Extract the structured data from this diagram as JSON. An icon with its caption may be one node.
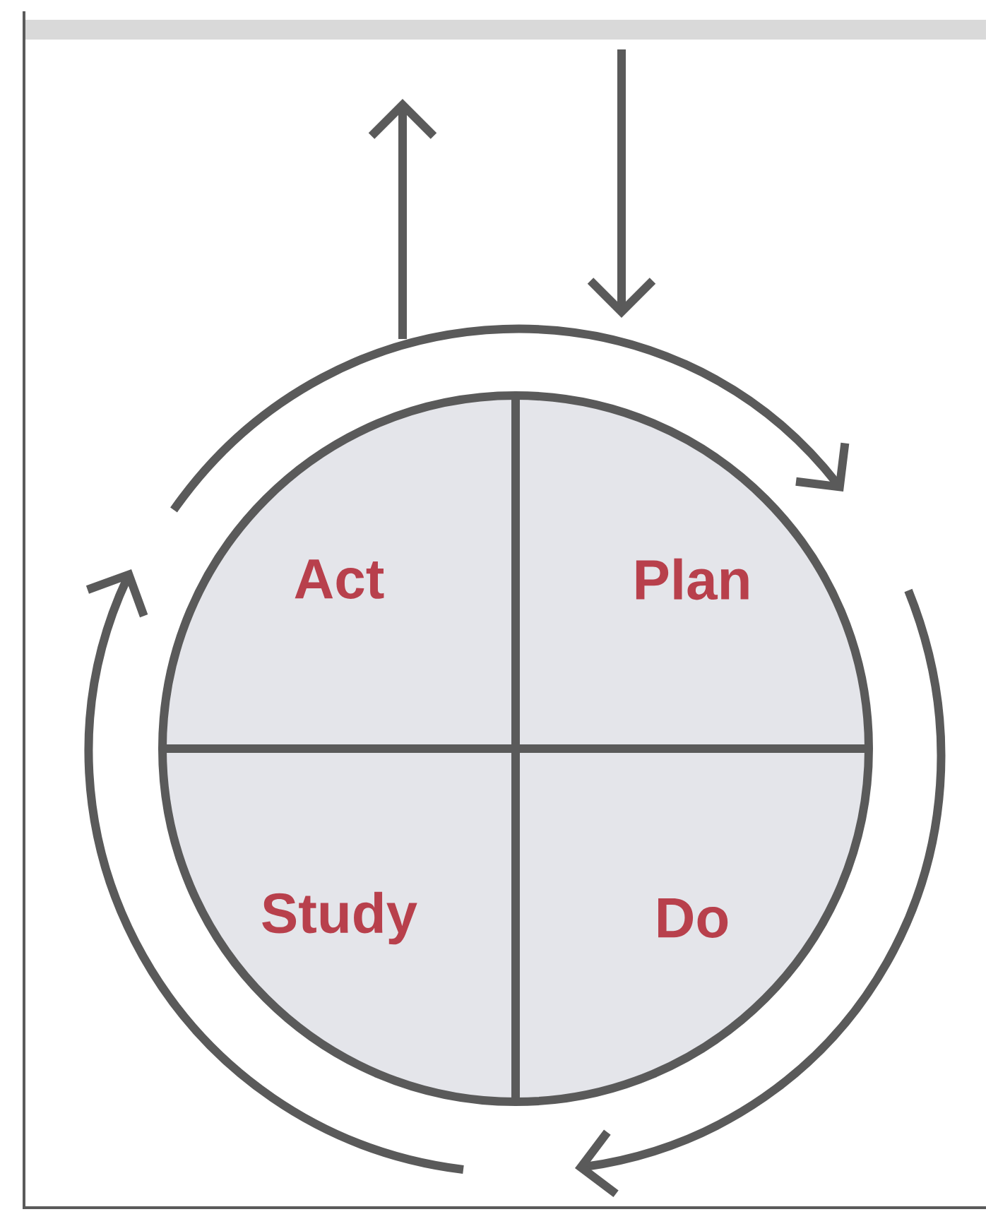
{
  "diagram": {
    "nodes": [
      {
        "text": [
          "Act"
        ]
      },
      {
        "text": [
          "Plan"
        ]
      },
      {
        "text": [
          "Study"
        ]
      },
      {
        "text": [
          "Do"
        ]
      }
    ],
    "edges": [
      {
        "from": 0,
        "to": 1,
        "arrow": "to"
      },
      {
        "from": 1,
        "to": 3,
        "arrow": "to"
      },
      {
        "from": 2,
        "to": 0,
        "arrow": "to"
      }
    ]
  }
}
